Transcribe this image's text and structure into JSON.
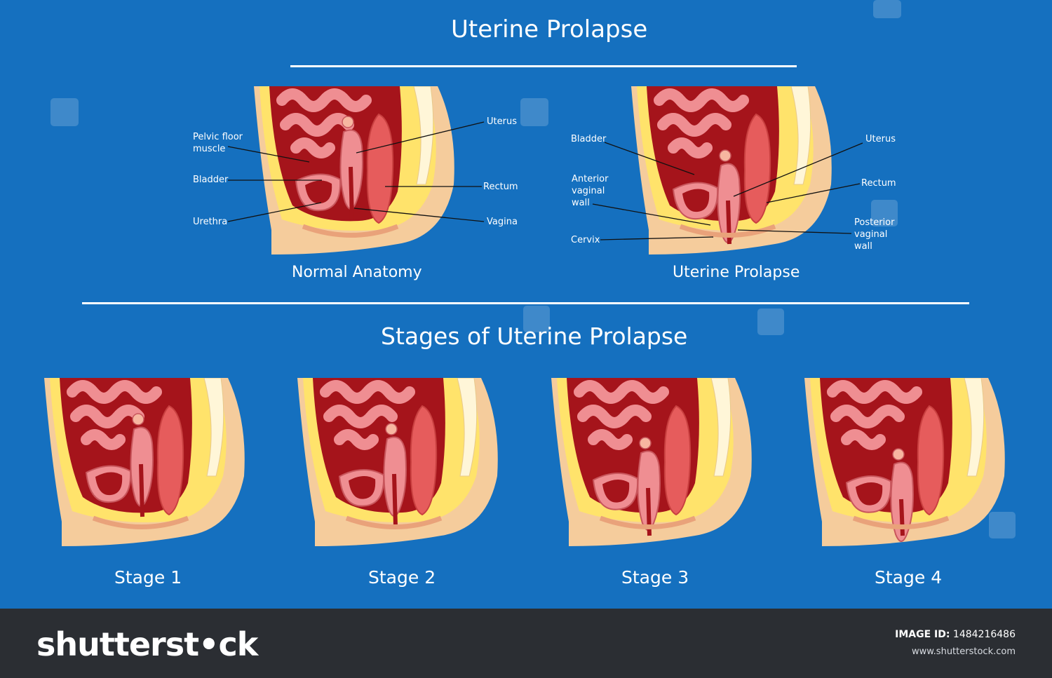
{
  "title": "Uterine Prolapse",
  "top_panels": {
    "normal_caption": "Normal Anatomy",
    "prolapse_caption": "Uterine Prolapse"
  },
  "normal_labels": {
    "pelvic_floor": "Pelvic floor\nmuscle",
    "bladder": "Bladder",
    "urethra": "Urethra",
    "uterus": "Uterus",
    "rectum": "Rectum",
    "vagina": "Vagina"
  },
  "prolapse_labels": {
    "bladder": "Bladder",
    "anterior_wall": "Anterior\nvaginal\nwall",
    "cervix": "Cervix",
    "uterus": "Uterus",
    "rectum": "Rectum",
    "posterior_wall": "Posterior\nvaginal\nwall"
  },
  "stages_title": "Stages of Uterine Prolapse",
  "stages": [
    "Stage 1",
    "Stage 2",
    "Stage 3",
    "Stage 4"
  ],
  "footer": {
    "logo": "shutterst•ck",
    "image_id_label": "IMAGE ID:",
    "image_id": "1484216486",
    "site": "www.shutterstock.com"
  },
  "colors": {
    "background": "#1570BF",
    "footer": "#2B2E33",
    "skin": "#F5CC9C",
    "fat": "#FFE36B",
    "cavity": "#A5141B",
    "organ": "#EF8E92",
    "rectum": "#E65C5C"
  }
}
